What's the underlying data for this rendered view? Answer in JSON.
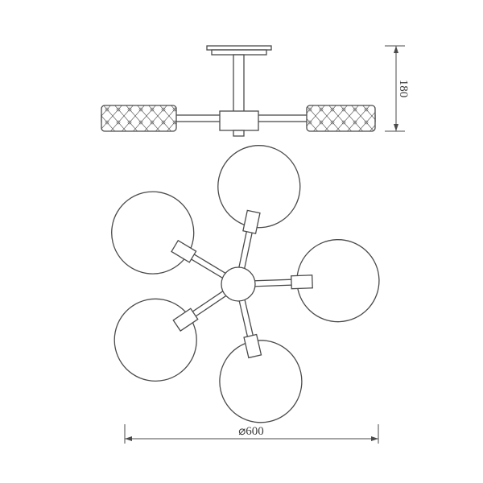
{
  "drawing": {
    "kind": "technical dimension drawing",
    "subject": "five-globe ceiling chandelier",
    "views": {
      "side_view": "elevation: ceiling plate, canopy, stem, center housing, horizontal bar with two crystal tube shades",
      "plan_view": "five globe shades on radial arms around a central hub"
    },
    "globe_count": 5
  },
  "dimensions": {
    "height_label": "180",
    "diameter_label": "⌀600"
  },
  "colors": {
    "line": "#4a4a4a",
    "background": "#ffffff"
  }
}
